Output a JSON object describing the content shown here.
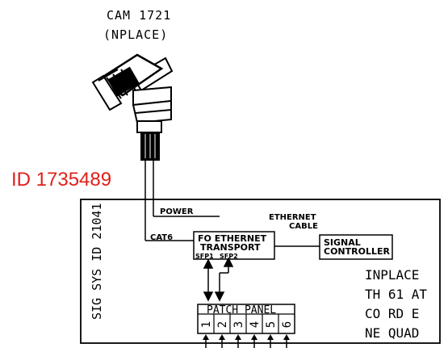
{
  "camera": {
    "name_line1": "CAM 1721",
    "name_line2": "(NPLACE)"
  },
  "id_label": "ID 1735489",
  "cabinet": {
    "side_label": "SIG SYS ID 21041",
    "power_label": "POWER",
    "ethernet_label_line1": "ETHERNET",
    "ethernet_label_line2": "CABLE",
    "cat6_label": "CAT6",
    "fo_box_line1": "FO ETHERNET",
    "fo_box_line2": "TRANSPORT",
    "sfp1": "SFP1",
    "sfp2": "SFP2",
    "signal_line1": "SIGNAL",
    "signal_line2": "CONTROLLER",
    "patch_panel_label": "PATCH PANEL",
    "patch_ports": [
      "1",
      "2",
      "3",
      "4",
      "5",
      "6"
    ],
    "location_lines": [
      "INPLACE",
      "TH 61 AT",
      "CO RD E",
      "NE QUAD"
    ]
  },
  "colors": {
    "line": "#000000",
    "id_text": "#e0201b"
  }
}
